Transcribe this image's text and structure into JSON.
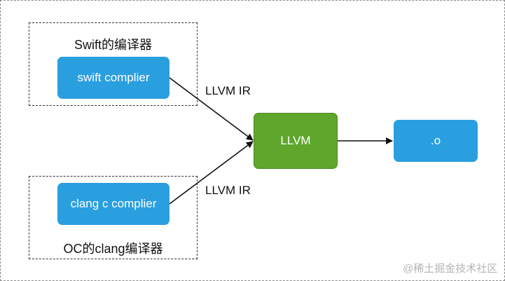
{
  "groups": {
    "swift": {
      "label": "Swift的编译器"
    },
    "clang": {
      "label": "OC的clang编译器"
    }
  },
  "nodes": {
    "swift_compiler": {
      "label": "swift complier",
      "color": "#2a9fe0"
    },
    "clang_compiler": {
      "label": "clang c complier",
      "color": "#2a9fe0"
    },
    "llvm": {
      "label": "LLVM",
      "color": "#5ea72c"
    },
    "output": {
      "label": ".o",
      "color": "#2a9fe0"
    }
  },
  "edges": {
    "swift_to_llvm": {
      "label": "LLVM IR"
    },
    "clang_to_llvm": {
      "label": "LLVM IR"
    }
  },
  "watermark": {
    "text": "@稀土掘金技术社区"
  }
}
